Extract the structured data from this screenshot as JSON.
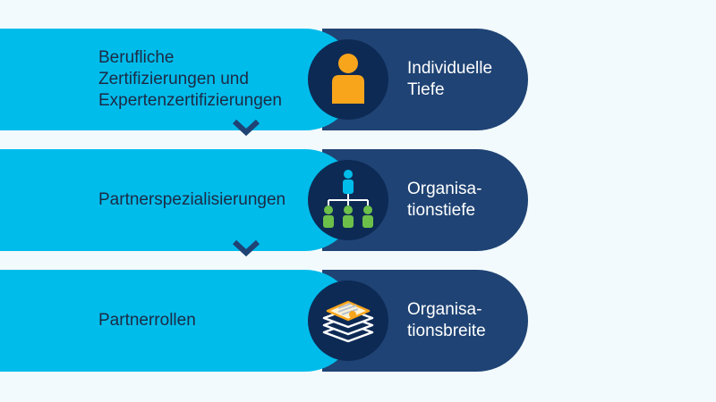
{
  "rows": [
    {
      "label": "Berufliche\nZertifizierungen und\nExpertenzertifizierungen",
      "side_label": "Individuelle\nTiefe",
      "icon": "person-icon"
    },
    {
      "label": "Partnerspezialisierungen",
      "side_label": "Organisa-\ntionstiefe",
      "icon": "org-hierarchy-icon"
    },
    {
      "label": "Partnerrollen",
      "side_label": "Organisa-\ntionsbreite",
      "icon": "stacked-documents-icon"
    }
  ],
  "colors": {
    "light_band": "#00bceb",
    "dark_pill": "#1f4374",
    "circle": "#0d2a55",
    "accent_orange": "#f9a51b",
    "accent_green": "#6cc04a",
    "accent_blue": "#00bceb"
  }
}
